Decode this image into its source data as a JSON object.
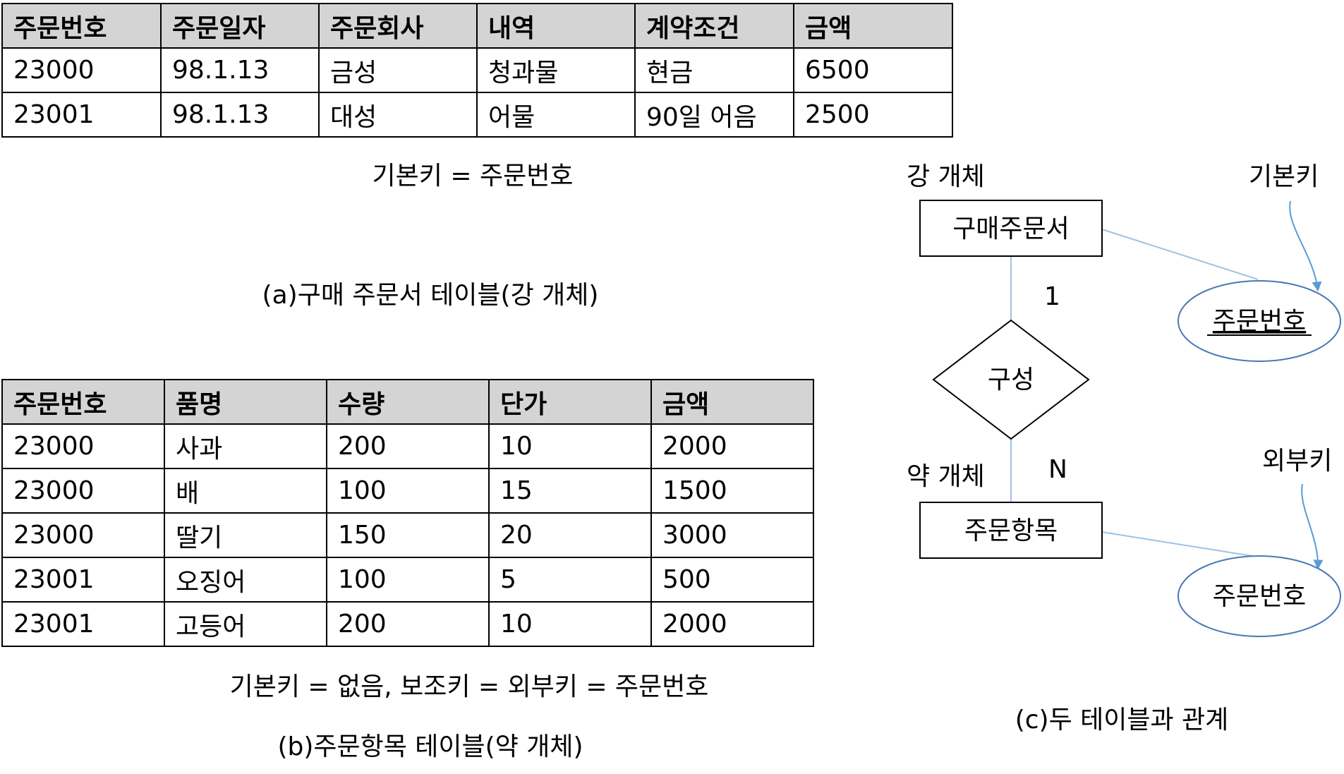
{
  "table_a": {
    "headers": [
      "주문번호",
      "주문일자",
      "주문회사",
      "내역",
      "계약조건",
      "금액"
    ],
    "rows": [
      [
        "23000",
        "98.1.13",
        "금성",
        "청과물",
        "현금",
        "6500"
      ],
      [
        "23001",
        "98.1.13",
        "대성",
        "어물",
        "90일 어음",
        "2500"
      ]
    ],
    "key_note": "기본키 = 주문번호",
    "caption": "(a)구매 주문서 테이블(강 개체)"
  },
  "table_b": {
    "headers": [
      "주문번호",
      "품명",
      "수량",
      "단가",
      "금액"
    ],
    "rows": [
      [
        "23000",
        "사과",
        "200",
        "10",
        "2000"
      ],
      [
        "23000",
        "배",
        "100",
        "15",
        "1500"
      ],
      [
        "23000",
        "딸기",
        "150",
        "20",
        "3000"
      ],
      [
        "23001",
        "오징어",
        "100",
        "5",
        "500"
      ],
      [
        "23001",
        "고등어",
        "200",
        "10",
        "2000"
      ]
    ],
    "key_note": "기본키 = 없음, 보조키 = 외부키 = 주문번호",
    "caption": "(b)주문항목 테이블(약 개체)"
  },
  "er": {
    "strong_label": "강 개체",
    "strong_entity": "구매주문서",
    "pk_label": "기본키",
    "pk_attr": "주문번호",
    "card_one": "1",
    "relationship": "구성",
    "card_many": "N",
    "weak_label": "약 개체",
    "weak_entity": "주문항목",
    "fk_label": "외부키",
    "fk_attr": "주문번호",
    "caption": "(c)두 테이블과 관계"
  },
  "colors": {
    "header_bg": "#d4d4d4",
    "ellipse_stroke": "#4a78b4",
    "arrow": "#5b9bd5",
    "connector": "#9dc3e6"
  }
}
